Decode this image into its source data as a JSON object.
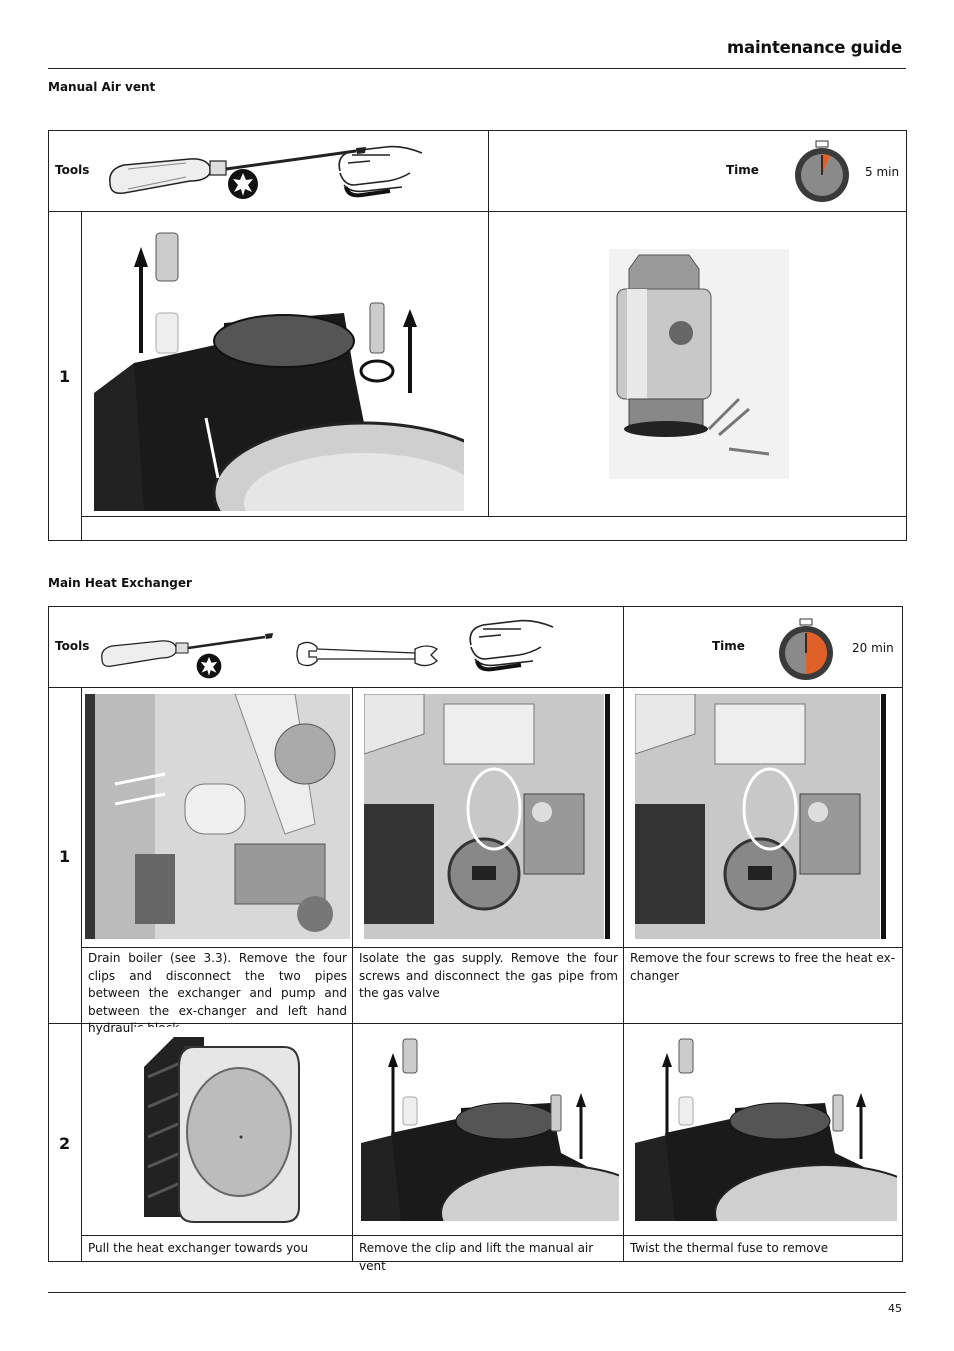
{
  "header": {
    "title": "maintenance guide"
  },
  "section1": {
    "title": "Manual Air vent",
    "tools_label": "Tools",
    "time_label": "Time",
    "time_value": "5 min",
    "step": "1"
  },
  "section2": {
    "title": "Main Heat Exchanger",
    "tools_label": "Tools",
    "time_label": "Time",
    "time_value": "20  min",
    "step1": "1",
    "step2": "2",
    "captions": [
      "Drain boiler (see 3.3). Remove the four clips and disconnect the two pipes between the exchanger and pump and between the ex-changer and left hand hydraulic block",
      "Isolate the gas supply. Remove the four screws and disconnect the gas pipe from the gas valve",
      "Remove the four screws to free the heat ex-changer",
      "Pull the heat exchanger towards you",
      "Remove the clip and lift the manual air vent",
      "Twist the thermal fuse to remove"
    ]
  },
  "footer": {
    "page_number": "45"
  }
}
